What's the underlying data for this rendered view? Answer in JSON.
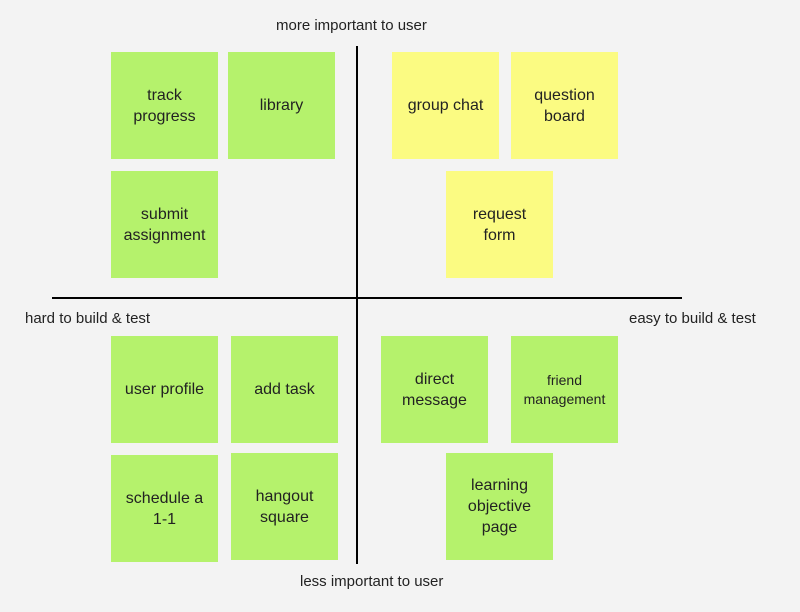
{
  "axes": {
    "top": "more important to user",
    "bottom": "less important to user",
    "left": "hard to build & test",
    "right": "easy to build & test"
  },
  "notes": {
    "track_progress": "track\nprogress",
    "library": "library",
    "submit_assignment": "submit\nassignment",
    "group_chat": "group chat",
    "question_board": "question\nboard",
    "request_form": "request\nform",
    "user_profile": "user profile",
    "add_task": "add task",
    "schedule": "schedule a\n1-1",
    "hangout_square": "hangout\nsquare",
    "direct_message": "direct\nmessage",
    "friend_management": "friend\nmanagement",
    "learning_objective": "learning\nobjective\npage"
  },
  "colors": {
    "green_note": "#b5f26c",
    "yellow_note": "#fbfb82",
    "background": "#f3f3f3",
    "axis": "#000000"
  }
}
